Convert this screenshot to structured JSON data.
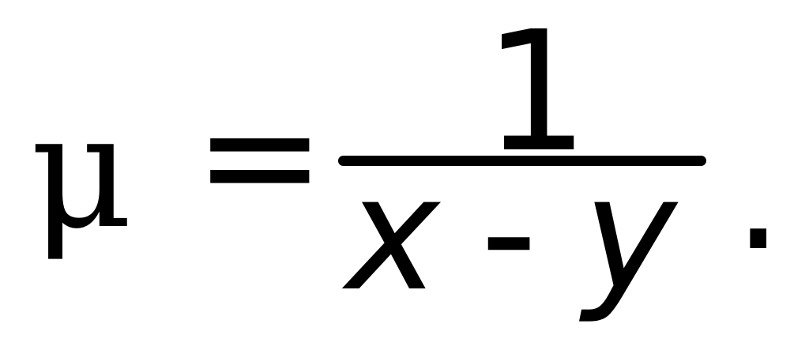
{
  "formula": {
    "lhs": "μ",
    "equals": "=",
    "numerator": "1",
    "denominator": {
      "x": "x",
      "minus": "-",
      "y": "y"
    },
    "trailing_punctuation": "."
  }
}
